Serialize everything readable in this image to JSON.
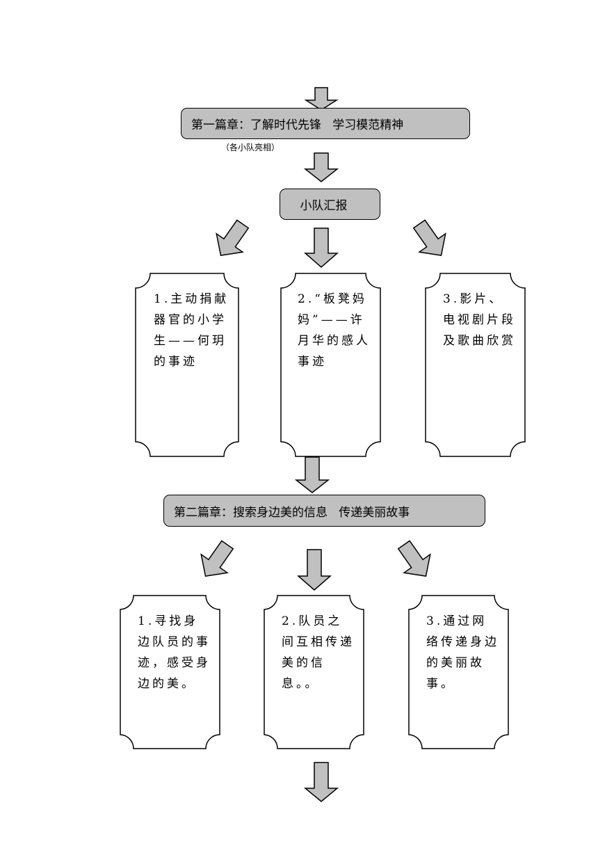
{
  "chapter1": {
    "title": "第一篇章：了解时代先锋   学习模范精神",
    "subtitle": "（各小队亮相）"
  },
  "report": {
    "label": "小队汇报"
  },
  "section1_cards": [
    {
      "text": "1.主动捐献器官的小学生——何玥的事迹"
    },
    {
      "text": "2.“板凳妈妈”——许月华的感人事迹"
    },
    {
      "text": "3.影片、电视剧片段及歌曲欣赏"
    }
  ],
  "chapter2": {
    "title": "第二篇章：搜索身边美的信息   传递美丽故事"
  },
  "section2_cards": [
    {
      "text": "1.寻找身边队员的事迹，感受身边的美。"
    },
    {
      "text": "2.队员之间互相传递美的信息。。"
    },
    {
      "text": "3.通过网络传递身边的美丽故事。"
    }
  ],
  "colors": {
    "box_fill": "#c0c0c0",
    "stroke": "#000000",
    "card_fill": "#ffffff"
  }
}
